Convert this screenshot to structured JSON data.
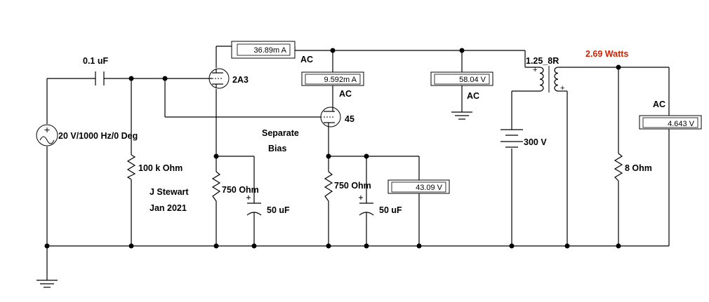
{
  "labels": {
    "cap_in": "0.1 uF",
    "source": "20 V/1000 Hz/0 Deg",
    "r_grid": "100 k Ohm",
    "tube1": "2A3",
    "tube2": "45",
    "separate": "Separate",
    "bias": "Bias",
    "author": "J Stewart",
    "date": "Jan 2021",
    "r_cath1": "750  Ohm",
    "c_cath1": "50 uF",
    "r_cath2": "750  Ohm",
    "c_cath2": "50 uF",
    "supply": "300 V",
    "transformer": "1.25_8R",
    "power": "2.69  Watts",
    "load": "8  Ohm",
    "ac_m1": "AC",
    "ac_m2": "AC",
    "ac_m3": "AC",
    "ac_m5": "AC"
  },
  "meters": {
    "m1": "36.89m A",
    "m2": "9.592m A",
    "m3": "58.04   V",
    "m4": "43.09   V",
    "m5": "4.643   V"
  },
  "colors": {
    "power": "#cc2200",
    "wire": "#000000"
  }
}
